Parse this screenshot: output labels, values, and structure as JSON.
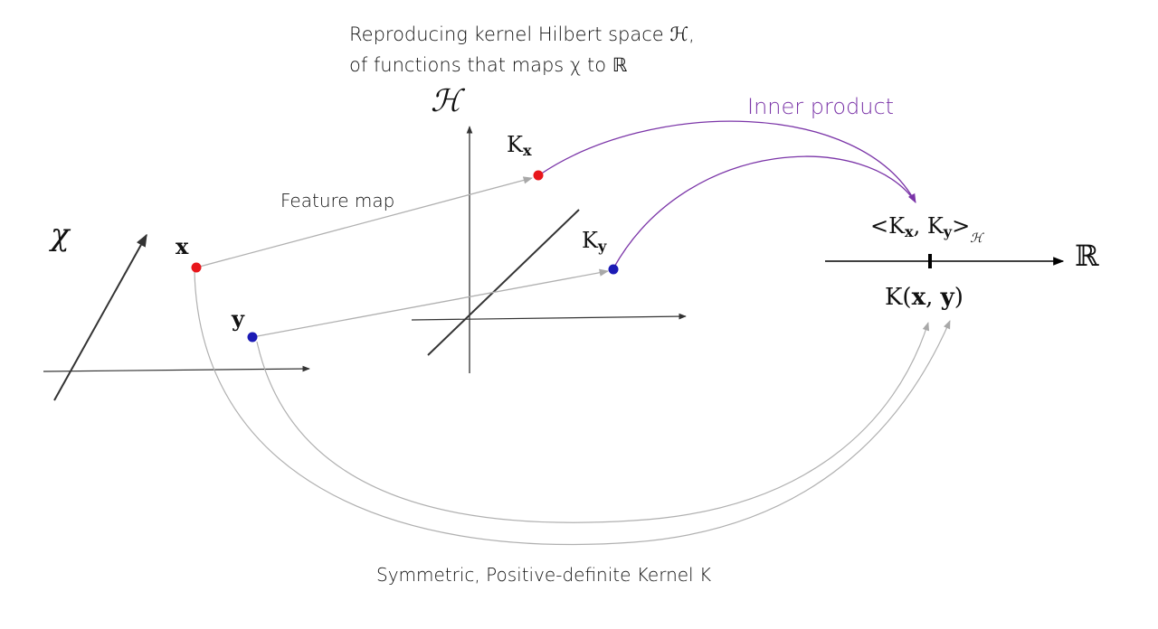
{
  "rkhs_caption": {
    "line1": "Reproducing kernel Hilbert space ℋ,",
    "line2": "of functions that maps χ to ℝ"
  },
  "labels": {
    "input_space": "χ",
    "hilbert_space": "ℋ",
    "reals": "ℝ",
    "point_x": "x",
    "point_y": "y",
    "feature_map": "Feature map",
    "inner_product": "Inner product",
    "kernel_symbol": "K",
    "sub_x": "x",
    "sub_y": "y",
    "sub_h": "ℋ",
    "inner_open": "<K",
    "inner_sep": ", K",
    "inner_close": ">",
    "kernel_value_prefix": "K(",
    "kernel_value_x": "x",
    "kernel_value_comma": ", ",
    "kernel_value_y": "y",
    "kernel_value_suffix": ")",
    "kernel_caption": "Symmetric, Positive-definite Kernel K"
  },
  "colors": {
    "point_x": "#e8161b",
    "point_y": "#1c1bb5",
    "inner_product": "#7b35a8",
    "feature_arrow": "#b0b0b0",
    "kernel_curve": "#b0b0b0",
    "axis": "#333333"
  }
}
